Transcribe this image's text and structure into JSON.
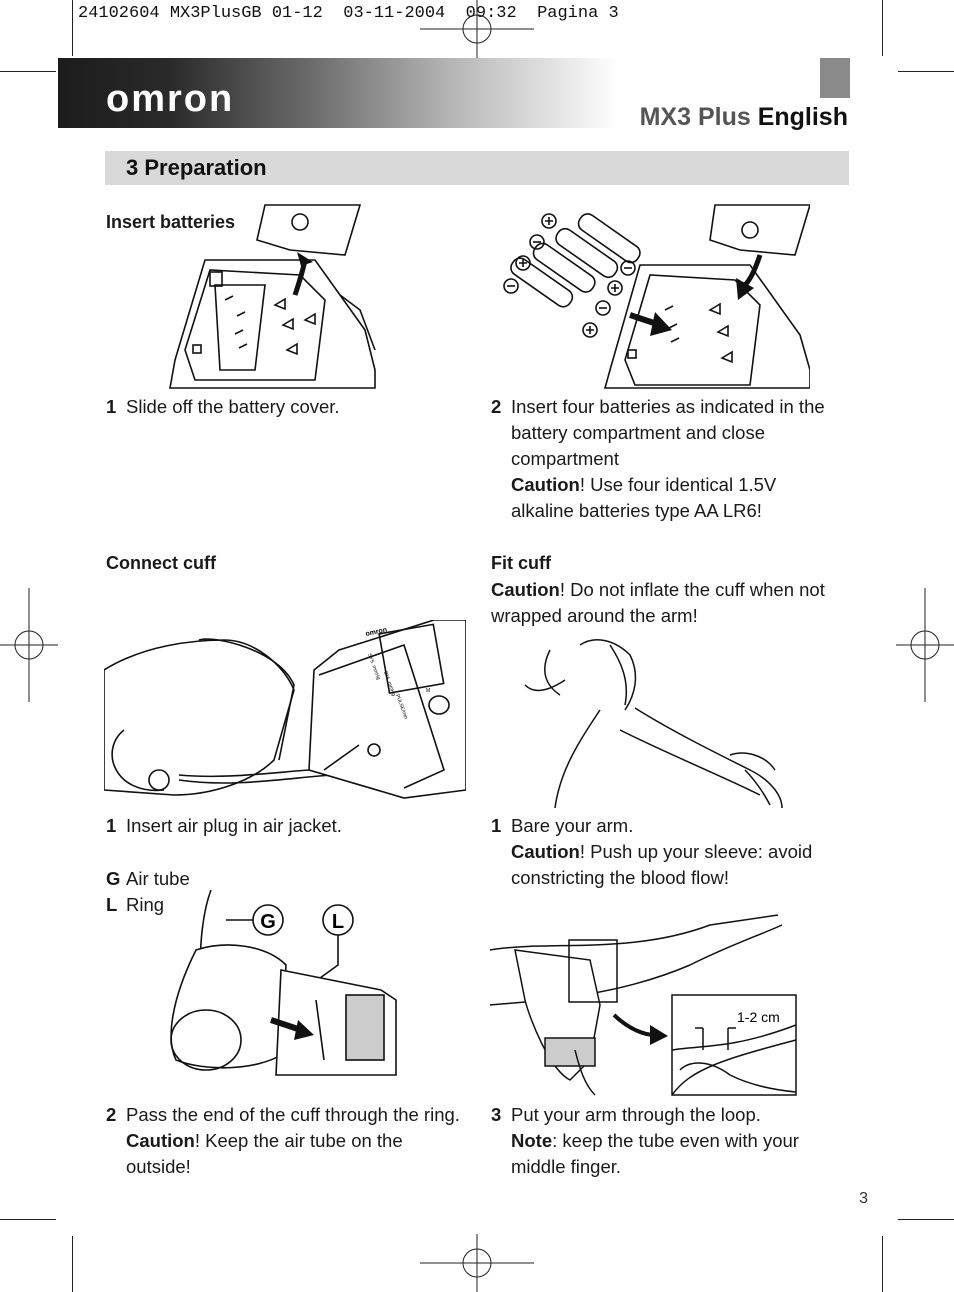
{
  "print_header": "24102604 MX3PlusGB 01-12  03-11-2004  09:32  Pagina 3",
  "brand": "omron",
  "model": "MX3 Plus",
  "language": "English",
  "section_title": "3 Preparation",
  "left_col": {
    "insert_batteries": "Insert batteries",
    "step1_num": "1",
    "step1_text": "Slide off the battery cover.",
    "connect_cuff": "Connect cuff",
    "c1_num": "1",
    "c1_text": "Insert air plug in air jacket.",
    "g_letter": "G",
    "g_text": "Air tube",
    "l_letter": "L",
    "l_text": "Ring",
    "fig_g": "G",
    "fig_l": "L",
    "c2_num": "2",
    "c2_text": "Pass the end of the cuff through the ring.",
    "c2_caution": "Caution",
    "c2_caution_text": "! Keep the air tube on the",
    "c2_caution_text2": "outside!"
  },
  "right_col": {
    "step2_num": "2",
    "step2_line1": "Insert four batteries as indicated in the",
    "step2_line2": "battery compartment and close",
    "step2_line3": "compartment",
    "step2_caution": "Caution",
    "step2_caution_text": "! Use four identical 1.5V",
    "step2_caution_text2": "alkaline batteries type AA LR6!",
    "fit_cuff": "Fit cuff",
    "fit_caution": "Caution",
    "fit_caution_text": "! Do not inflate the cuff when not",
    "fit_caution_text2": "wrapped around the arm!",
    "f1_num": "1",
    "f1_text": "Bare your arm.",
    "f1_caution": "Caution",
    "f1_caution_text": "! Push up your sleeve: avoid",
    "f1_caution_text2": "constricting the blood flow!",
    "cm_label": "1-2 cm",
    "f3_num": "3",
    "f3_text": "Put your arm through the loop.",
    "f3_note": "Note",
    "f3_note_text": ": keep the tube even with your",
    "f3_note_text2": "middle finger."
  },
  "device_labels": {
    "brand": "omron",
    "sys": "SYS. mmHg",
    "dia": "DIA. mmHg",
    "pulse": "PULSE/min",
    "m": "M"
  },
  "page_number": "3"
}
